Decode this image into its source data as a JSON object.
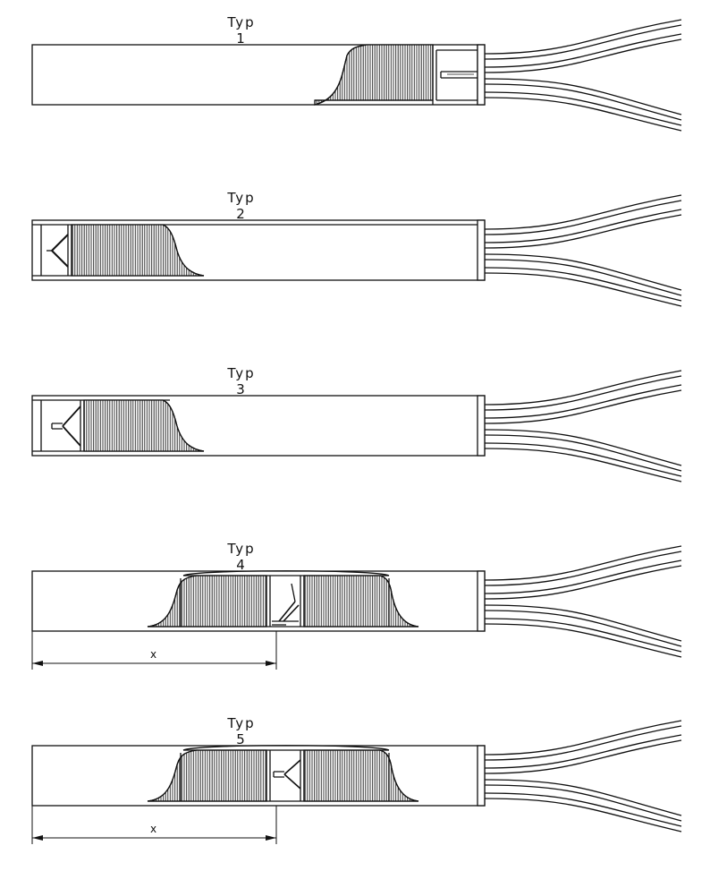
{
  "figures": [
    {
      "title": "Typ 1"
    },
    {
      "title": "Typ 2"
    },
    {
      "title": "Typ 3"
    },
    {
      "title": "Typ 4",
      "dimension_label": "x"
    },
    {
      "title": "Typ 5",
      "dimension_label": "x"
    }
  ]
}
